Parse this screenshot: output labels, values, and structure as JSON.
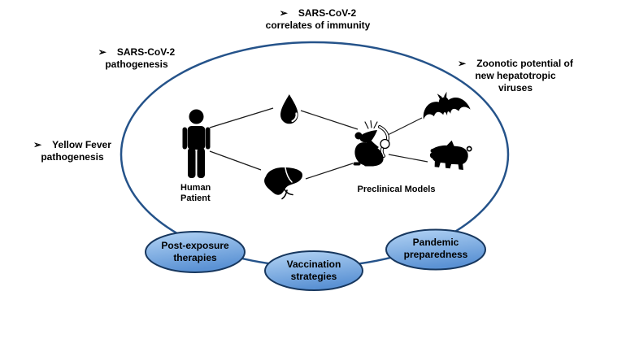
{
  "bullet": "➢",
  "outer_topics": {
    "sars_correlates": {
      "line1": "SARS-CoV-2",
      "line2": "correlates of immunity"
    },
    "sars_pathogenesis": {
      "line1": "SARS-CoV-2",
      "line2": "pathogenesis"
    },
    "zoonotic": {
      "line1": "Zoonotic potential of",
      "line2": "new hepatotropic",
      "line3": "viruses"
    },
    "yellow_fever": {
      "line1": "Yellow Fever",
      "line2": "pathogenesis"
    }
  },
  "center_labels": {
    "human_patient": {
      "line1": "Human",
      "line2": "Patient"
    },
    "preclinical_models": "Preclinical Models"
  },
  "bubbles": {
    "post_exposure": {
      "line1": "Post-exposure",
      "line2": "therapies"
    },
    "vaccination": {
      "line1": "Vaccination",
      "line2": "strategies"
    },
    "pandemic": {
      "line1": "Pandemic",
      "line2": "preparedness"
    }
  },
  "icons": [
    "human-patient-icon",
    "water-droplet-icon",
    "liver-icon",
    "mouse-icon",
    "bat-icon",
    "pig-icon"
  ],
  "colors": {
    "background": "#ffffff",
    "text": "#000000",
    "icon": "#000000",
    "outer_ellipse_border": "#25538a",
    "connector_line": "#1a1a1a",
    "bubble_border": "#17375e",
    "bubble_fill_top": "#b5d5f5",
    "bubble_fill_bottom": "#5b92d4"
  }
}
